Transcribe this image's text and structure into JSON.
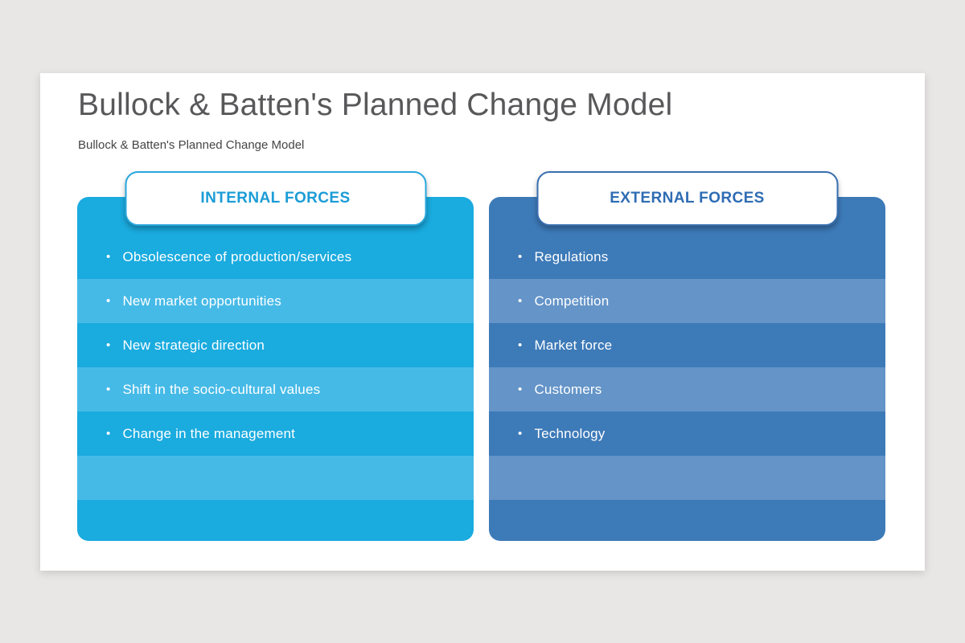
{
  "page": {
    "title": "Bullock & Batten's Planned Change Model",
    "subtitle": "Bullock & Batten's Planned Change Model"
  },
  "bullet": "•",
  "theme": {
    "page-bg": "#e8e7e6",
    "card-bg": "#ffffff",
    "title-color": "#58585a",
    "subtitle-color": "#454547",
    "internal-dark": "#1aabdf",
    "internal-light": "#46bae7",
    "internal-border": "#29a7dc",
    "internal-accent": "#1b9cd6",
    "external-dark": "#3d7ab8",
    "external-light": "#6494c8",
    "external-border": "#3a6fb0",
    "external-accent": "#2f6cb3"
  },
  "columns": [
    {
      "header": "INTERNAL FORCES",
      "items": [
        "Obsolescence of production/services",
        "New market opportunities",
        "New strategic direction",
        "Shift in the socio-cultural values",
        "Change in the management"
      ]
    },
    {
      "header": "EXTERNAL FORCES",
      "items": [
        "Regulations",
        "Competition",
        "Market force",
        "Customers",
        "Technology"
      ]
    }
  ]
}
